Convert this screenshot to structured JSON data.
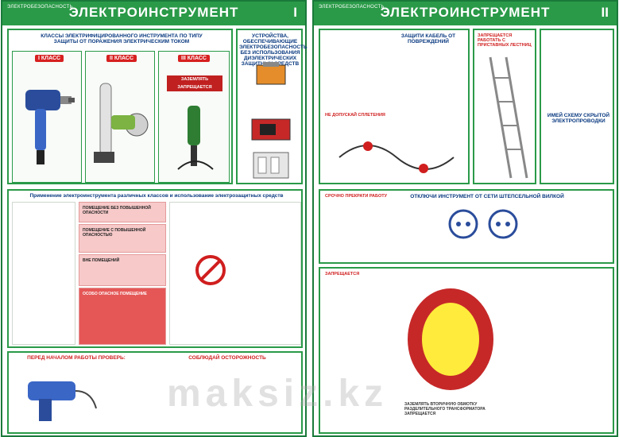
{
  "left": {
    "brand": "ЭЛЕКТРОБЕЗОПАСНОСТЬ",
    "title": "ЭЛЕКТРОИНСТРУМЕНТ",
    "num": "I",
    "classes_title": "КЛАССЫ ЭЛЕКТРИФИЦИРОВАННОГО ИНСТРУМЕНТА ПО ТИПУ ЗАЩИТЫ ОТ ПОРАЖЕНИЯ ЭЛЕКТРИЧЕСКИМ ТОКОМ",
    "class_labels": [
      "I КЛАСС",
      "II КЛАСС",
      "III КЛАСС"
    ],
    "devices_title": "УСТРОЙСТВА, ОБЕСПЕЧИВАЮЩИЕ ЭЛЕКТРОБЕЗОПАСНОСТЬ БЕЗ ИСПОЛЬЗОВАНИЯ ДИЭЛЕКТРИЧЕСКИХ ЗАЩИТНЫХ СРЕДСТВ",
    "ground_sign": "ЗАЗЕМЛЯТЬ ЗАПРЕЩАЕТСЯ",
    "apply_title": "Применение электроинструмента различных классов и использование электрозащитных средств",
    "premises": [
      "ПОМЕЩЕНИЕ БЕЗ ПОВЫШЕННОЙ ОПАСНОСТИ",
      "ПОМЕЩЕНИЕ С ПОВЫШЕННОЙ ОПАСНОСТЬЮ",
      "ВНЕ ПОМЕЩЕНИЙ",
      "ОСОБО ОПАСНОЕ ПОМЕЩЕНИЕ"
    ],
    "before_title": "ПЕРЕД НАЧАЛОМ РАБОТЫ ПРОВЕРЬ:",
    "caution_title": "СОБЛЮДАЙ ОСТОРОЖНОСТЬ"
  },
  "right": {
    "brand": "ЭЛЕКТРОБЕЗОПАСНОСТЬ",
    "title": "ЭЛЕКТРОИНСТРУМЕНТ",
    "num": "II",
    "protect_cable": "ЗАЩИТИ КАБЕЛЬ ОТ ПОВРЕЖДЕНИЙ",
    "no_ladder": "ЗАПРЕЩАЕТСЯ РАБОТАТЬ С ПРИСТАВНЫХ ЛЕСТНИЦ",
    "no_tangle": "НЕ ДОПУСКАЙ СПЛЕТЕНИЯ",
    "hidden_wiring": "ИМЕЙ СХЕМУ СКРЫТОЙ ЭЛЕКТРОПРОВОДКИ",
    "stop_work": "СРОЧНО ПРЕКРАТИ РАБОТУ",
    "disconnect": "ОТКЛЮЧИ ИНСТРУМЕНТ ОТ СЕТИ ШТЕПСЕЛЬНОЙ ВИЛКОЙ",
    "forbidden": "ЗАПРЕЩАЕТСЯ",
    "grounding": "ЗАЗЕМЛЯТЬ ВТОРИЧНУЮ ОБМОТКУ РАЗДЕЛИТЕЛЬНОГО ТРАНСФОРМАТОРА ЗАПРЕЩАЕТСЯ"
  },
  "watermark": "maksiz.kz"
}
